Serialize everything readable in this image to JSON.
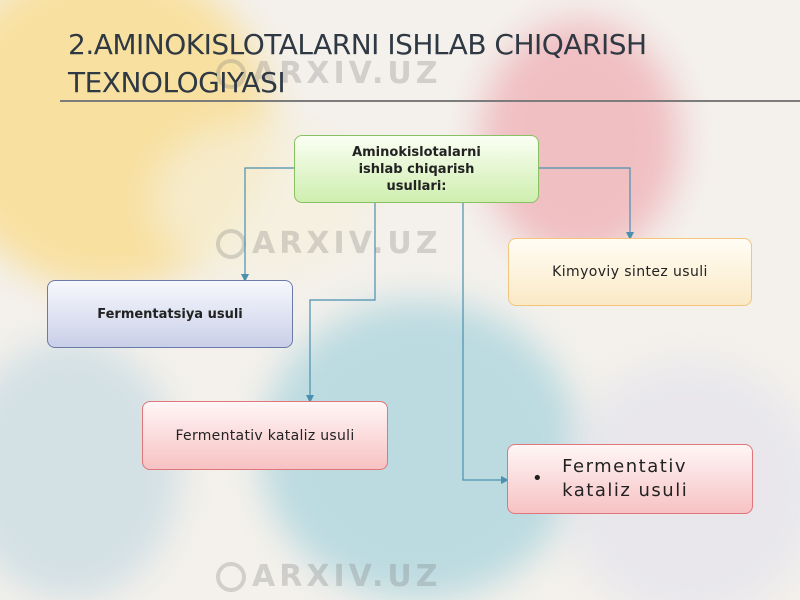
{
  "slide": {
    "title": "2.AMINOKISLOTALARNI ISHLAB CHIQARISH TEXNOLOGIYASI"
  },
  "diagram": {
    "root": "Aminokislotalarni ishlab chiqarish usullari:",
    "nodes": {
      "fermentatsiya": "Fermentatsiya usuli",
      "kimyoviy": "Kimyoviy sintez usuli",
      "kataliz": "Fermentativ kataliz usuli",
      "kataliz_bullet": "Fermentativ kataliz usuli",
      "bullet_glyph": "•"
    },
    "connector_color": "#4a8fae"
  },
  "watermark": {
    "text": "ARXIV.UZ"
  }
}
